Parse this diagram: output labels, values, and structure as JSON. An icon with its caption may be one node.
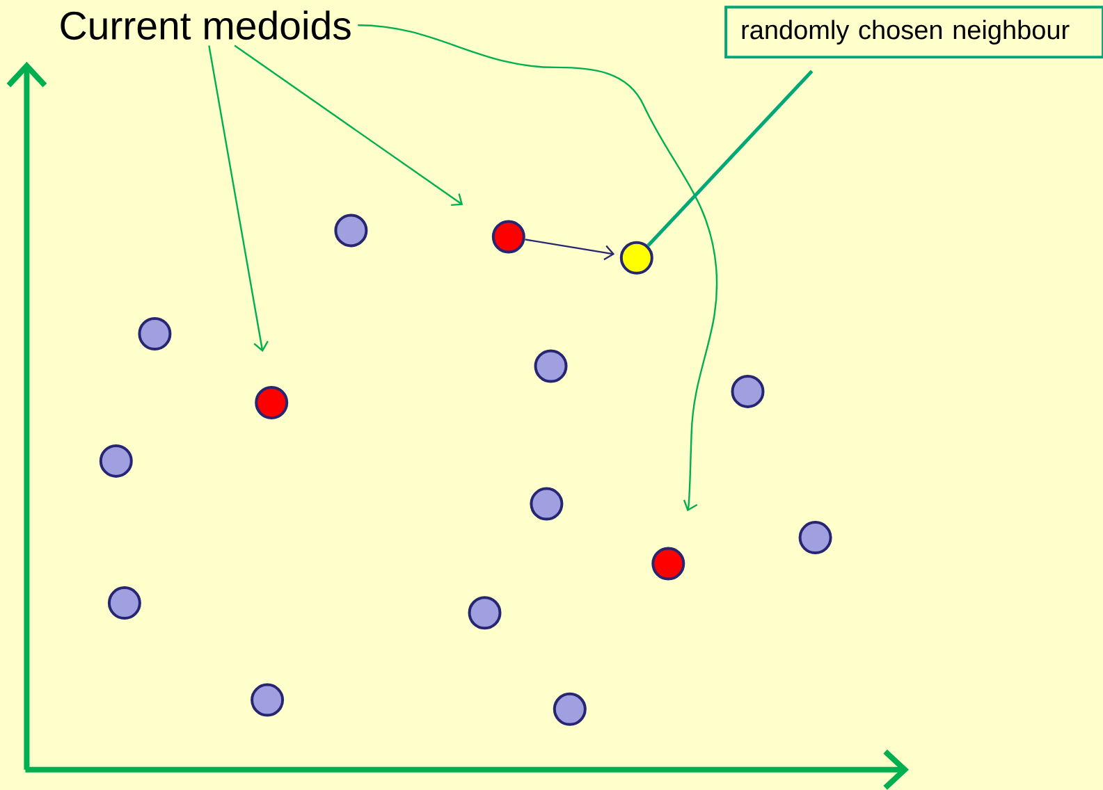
{
  "diagram": {
    "nodes": [
      {
        "text": [
          "Current medoids"
        ]
      },
      {
        "text": [
          "randomly chosen neighbour"
        ]
      },
      {
        "text": [],
        "shape": "circle"
      },
      {
        "text": [],
        "shape": "circle"
      },
      {
        "text": [],
        "shape": "circle"
      },
      {
        "text": [],
        "shape": "circle"
      },
      {
        "text": [],
        "shape": "circle"
      },
      {
        "text": [],
        "shape": "circle"
      },
      {
        "text": [],
        "shape": "circle"
      },
      {
        "text": [],
        "shape": "circle"
      },
      {
        "text": [],
        "shape": "circle"
      },
      {
        "text": [],
        "shape": "circle"
      },
      {
        "text": [],
        "shape": "circle"
      },
      {
        "text": [],
        "shape": "circle"
      },
      {
        "text": [],
        "shape": "circle"
      },
      {
        "text": [],
        "shape": "circle"
      },
      {
        "text": [],
        "shape": "circle"
      }
    ],
    "edges": [
      {
        "from": 0,
        "to": 8,
        "arrow": "to"
      },
      {
        "from": 0,
        "to": 3,
        "arrow": "to"
      },
      {
        "from": 0,
        "to": 12,
        "arrow": "to"
      },
      {
        "from": 3,
        "to": 4,
        "arrow": "to",
        "color": "#262673"
      },
      {
        "from": 1,
        "to": 4,
        "arrow": "none",
        "style": "thick",
        "color": "#00a878"
      }
    ]
  }
}
